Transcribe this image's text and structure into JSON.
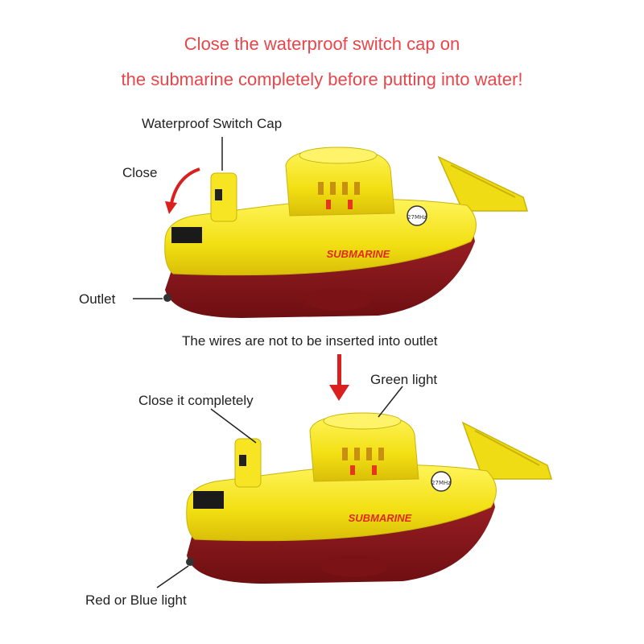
{
  "headline": {
    "line1": "Close  the waterproof switch cap on",
    "line2": "the submarine completely before putting into water!",
    "color": "#e8464a"
  },
  "top_submarine": {
    "cap_label": "Waterproof Switch Cap",
    "close_label": "Close",
    "outlet_label": "Outlet",
    "hull_text": "SUBMARINE",
    "badge_text": "27MHz"
  },
  "warning": "The wires are not  to be inserted into  outlet",
  "bottom_submarine": {
    "close_label": "Close it completely",
    "green_light_label": "Green  light",
    "red_blue_label": "Red  or Blue  light",
    "hull_text": "SUBMARINE",
    "badge_text": "27MHz"
  },
  "colors": {
    "hull_yellow": "#f5e31a",
    "hull_red": "#8a1518",
    "arrow_red": "#d9201f"
  }
}
